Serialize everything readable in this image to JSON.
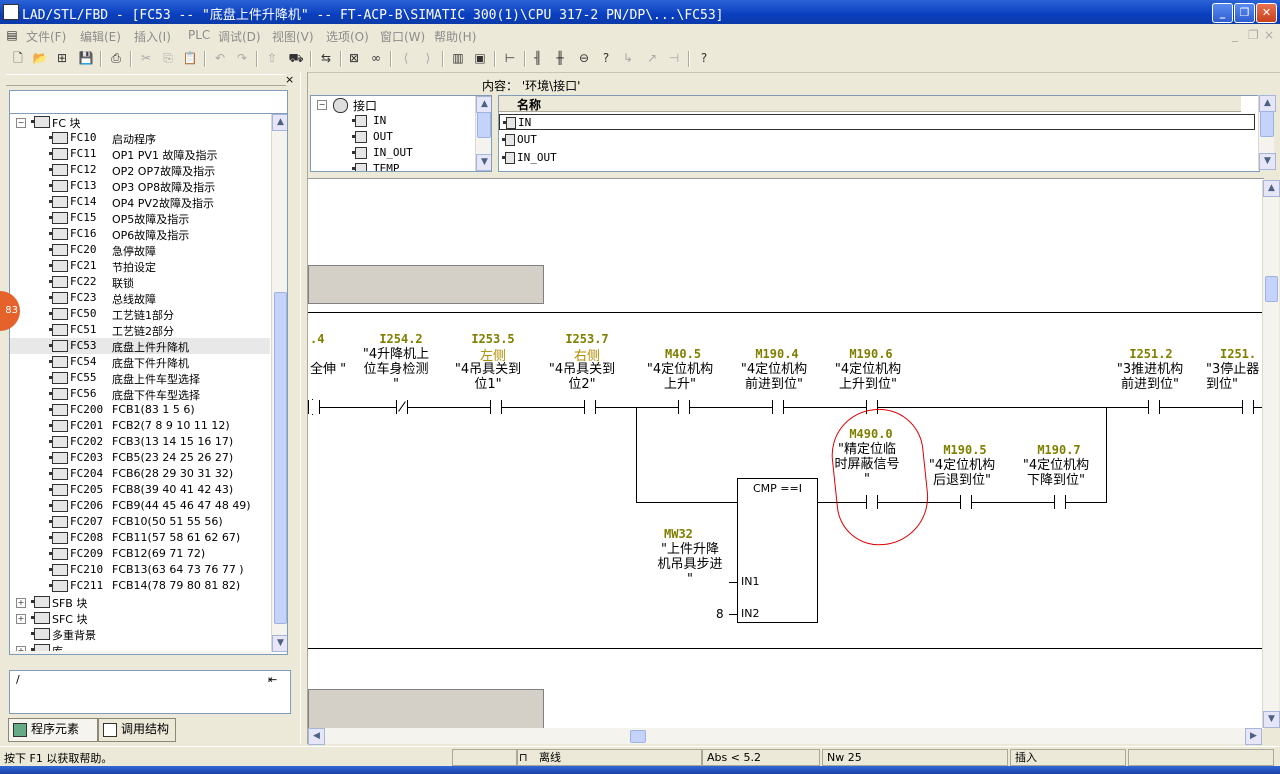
{
  "window": {
    "title": "LAD/STL/FBD  - [FC53 -- \"底盘上件升降机\" -- FT-ACP-B\\SIMATIC 300(1)\\CPU 317-2 PN/DP\\...\\FC53]",
    "min_label": "_",
    "max_label": "❐",
    "close_label": "✕"
  },
  "menu": [
    "文件(F)",
    "编辑(E)",
    "插入(I)",
    "PLC",
    "调试(D)",
    "视图(V)",
    "选项(O)",
    "窗口(W)",
    "帮助(H)"
  ],
  "tree": {
    "root_label": "FC 块",
    "items": [
      {
        "name": "FC10",
        "desc": "启动程序"
      },
      {
        "name": "FC11",
        "desc": "OP1 PV1 故障及指示"
      },
      {
        "name": "FC12",
        "desc": "OP2 OP7故障及指示"
      },
      {
        "name": "FC13",
        "desc": "OP3 OP8故障及指示"
      },
      {
        "name": "FC14",
        "desc": "OP4 PV2故障及指示"
      },
      {
        "name": "FC15",
        "desc": "OP5故障及指示"
      },
      {
        "name": "FC16",
        "desc": "OP6故障及指示"
      },
      {
        "name": "FC20",
        "desc": "急停故障"
      },
      {
        "name": "FC21",
        "desc": "节拍设定"
      },
      {
        "name": "FC22",
        "desc": "联锁"
      },
      {
        "name": "FC23",
        "desc": "总线故障"
      },
      {
        "name": "FC50",
        "desc": "工艺链1部分"
      },
      {
        "name": "FC51",
        "desc": "工艺链2部分"
      },
      {
        "name": "FC53",
        "desc": "底盘上件升降机"
      },
      {
        "name": "FC54",
        "desc": "底盘下件升降机"
      },
      {
        "name": "FC55",
        "desc": "底盘上件车型选择"
      },
      {
        "name": "FC56",
        "desc": "底盘下件车型选择"
      },
      {
        "name": "FC200",
        "desc": "FCB1(83 1 5 6)"
      },
      {
        "name": "FC201",
        "desc": "FCB2(7 8 9 10 11 12)"
      },
      {
        "name": "FC202",
        "desc": "FCB3(13 14 15 16 17)"
      },
      {
        "name": "FC203",
        "desc": "FCB5(23 24 25 26 27)"
      },
      {
        "name": "FC204",
        "desc": "FCB6(28 29 30 31 32)"
      },
      {
        "name": "FC205",
        "desc": "FCB8(39 40 41 42 43)"
      },
      {
        "name": "FC206",
        "desc": "FCB9(44 45 46 47 48 49)"
      },
      {
        "name": "FC207",
        "desc": "FCB10(50 51 55 56)"
      },
      {
        "name": "FC208",
        "desc": "FCB11(57 58 61 62 67)"
      },
      {
        "name": "FC209",
        "desc": "FCB12(69 71 72)"
      },
      {
        "name": "FC210",
        "desc": "FCB13(63 64 73 76 77 )"
      },
      {
        "name": "FC211",
        "desc": "FCB14(78 79 80 81 82)"
      }
    ],
    "sfb_label": "SFB 块",
    "sfc_label": "SFC 块",
    "multi_label": "多重背景",
    "lib_label": "库",
    "badge": "83"
  },
  "left_bottom": {
    "path": "/"
  },
  "tabs": {
    "program_elements": "程序元素",
    "call_structure": "调用结构"
  },
  "interface": {
    "content_label": "内容：  '环境\\接口'",
    "tree_root": "接口",
    "tree_items": [
      "IN",
      "OUT",
      "IN_OUT",
      "TEMP"
    ],
    "list_header": "名称",
    "list_items": [
      "IN",
      "OUT",
      "IN_OUT"
    ]
  },
  "ladder": {
    "top_contacts": [
      {
        "addr": ".4",
        "side": "",
        "label": "全伸\n\""
      },
      {
        "addr": "I254.2",
        "side": "",
        "label": "\"4升降机上\n位车身检测\n\""
      },
      {
        "addr": "I253.5",
        "side": "左侧",
        "label": "\"4吊具关到\n位1\""
      },
      {
        "addr": "I253.7",
        "side": "右侧",
        "label": "\"4吊具关到\n位2\""
      },
      {
        "addr": "M40.5",
        "side": "",
        "label": "\"4定位机构\n上升\""
      },
      {
        "addr": "M190.4",
        "side": "",
        "label": "\"4定位机构\n前进到位\""
      },
      {
        "addr": "M190.6",
        "side": "",
        "label": "\"4定位机构\n上升到位\""
      },
      {
        "addr": "I251.2",
        "side": "",
        "label": "\"3推进机构\n前进到位\""
      },
      {
        "addr": "I251.",
        "side": "",
        "label": "\"3停止器\n到位\""
      }
    ],
    "branch_contacts": [
      {
        "addr": "M490.0",
        "label": "\"精定位临\n时屏蔽信号\n\""
      },
      {
        "addr": "M190.5",
        "label": "\"4定位机构\n后退到位\""
      },
      {
        "addr": "M190.7",
        "label": "\"4定位机构\n下降到位\""
      }
    ],
    "cmp": {
      "title": "CMP ==I",
      "in1_label": "IN1",
      "in2_label": "IN2",
      "in1_addr": "MW32",
      "in1_text": "\"上件升降\n机吊具步进\n\"",
      "in2_value": "8"
    }
  },
  "status": {
    "help": "按下 F1 以获取帮助。",
    "mode": "离线",
    "abs": "Abs < 5.2",
    "nw": "Nw 25",
    "insert": "插入"
  }
}
